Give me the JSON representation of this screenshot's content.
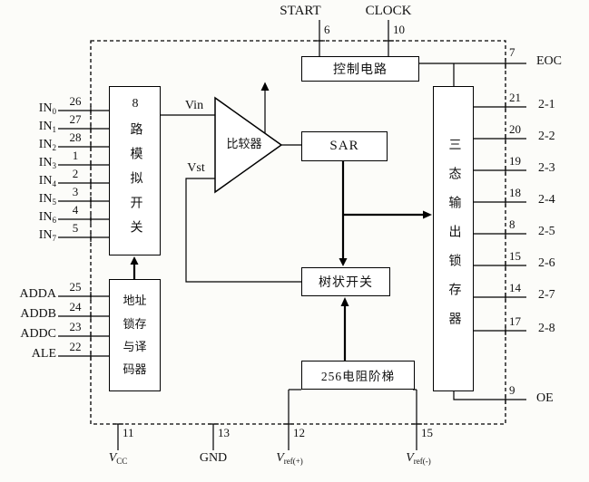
{
  "diagram": {
    "top_pins": [
      {
        "num": "6",
        "label": "START"
      },
      {
        "num": "10",
        "label": "CLOCK"
      }
    ],
    "left_input_pins": [
      {
        "num": "26",
        "base": "IN",
        "sub": "0"
      },
      {
        "num": "27",
        "base": "IN",
        "sub": "1"
      },
      {
        "num": "28",
        "base": "IN",
        "sub": "2"
      },
      {
        "num": "1",
        "base": "IN",
        "sub": "3"
      },
      {
        "num": "2",
        "base": "IN",
        "sub": "4"
      },
      {
        "num": "3",
        "base": "IN",
        "sub": "5"
      },
      {
        "num": "4",
        "base": "IN",
        "sub": "6"
      },
      {
        "num": "5",
        "base": "IN",
        "sub": "7"
      }
    ],
    "left_addr_pins": [
      {
        "num": "25",
        "label": "ADDA"
      },
      {
        "num": "24",
        "label": "ADDB"
      },
      {
        "num": "23",
        "label": "ADDC"
      },
      {
        "num": "22",
        "label": "ALE"
      }
    ],
    "right_pins": {
      "eoc": {
        "num": "7",
        "label": "EOC"
      },
      "data": [
        {
          "num": "21",
          "label": "2-1"
        },
        {
          "num": "20",
          "label": "2-2"
        },
        {
          "num": "19",
          "label": "2-3"
        },
        {
          "num": "18",
          "label": "2-4"
        },
        {
          "num": "8",
          "label": "2-5"
        },
        {
          "num": "15",
          "label": "2-6"
        },
        {
          "num": "14",
          "label": "2-7"
        },
        {
          "num": "17",
          "label": "2-8"
        }
      ],
      "oe": {
        "num": "9",
        "label": "OE"
      }
    },
    "bottom_pins": {
      "vcc": {
        "num": "11",
        "base": "V",
        "sub": "CC"
      },
      "gnd": {
        "num": "13",
        "label": "GND"
      },
      "vrefp": {
        "num": "12",
        "base": "V",
        "sub": "ref(+)"
      },
      "vrefn": {
        "num": "15",
        "base": "V",
        "sub": "ref(-)"
      }
    },
    "blocks": {
      "analog_switch": "8路模拟开关",
      "control": "控制电路",
      "comparator": "比较器",
      "sar": "SAR",
      "latch": "三态输出锁存器",
      "tree_switch": "树状开关",
      "ladder": "256电阻阶梯",
      "addr_decoder": "地址锁存与译码器"
    },
    "signals": {
      "vin": "Vin",
      "vst": "Vst"
    },
    "colors": {
      "line": "#000000",
      "background": "#fcfcf9"
    }
  }
}
